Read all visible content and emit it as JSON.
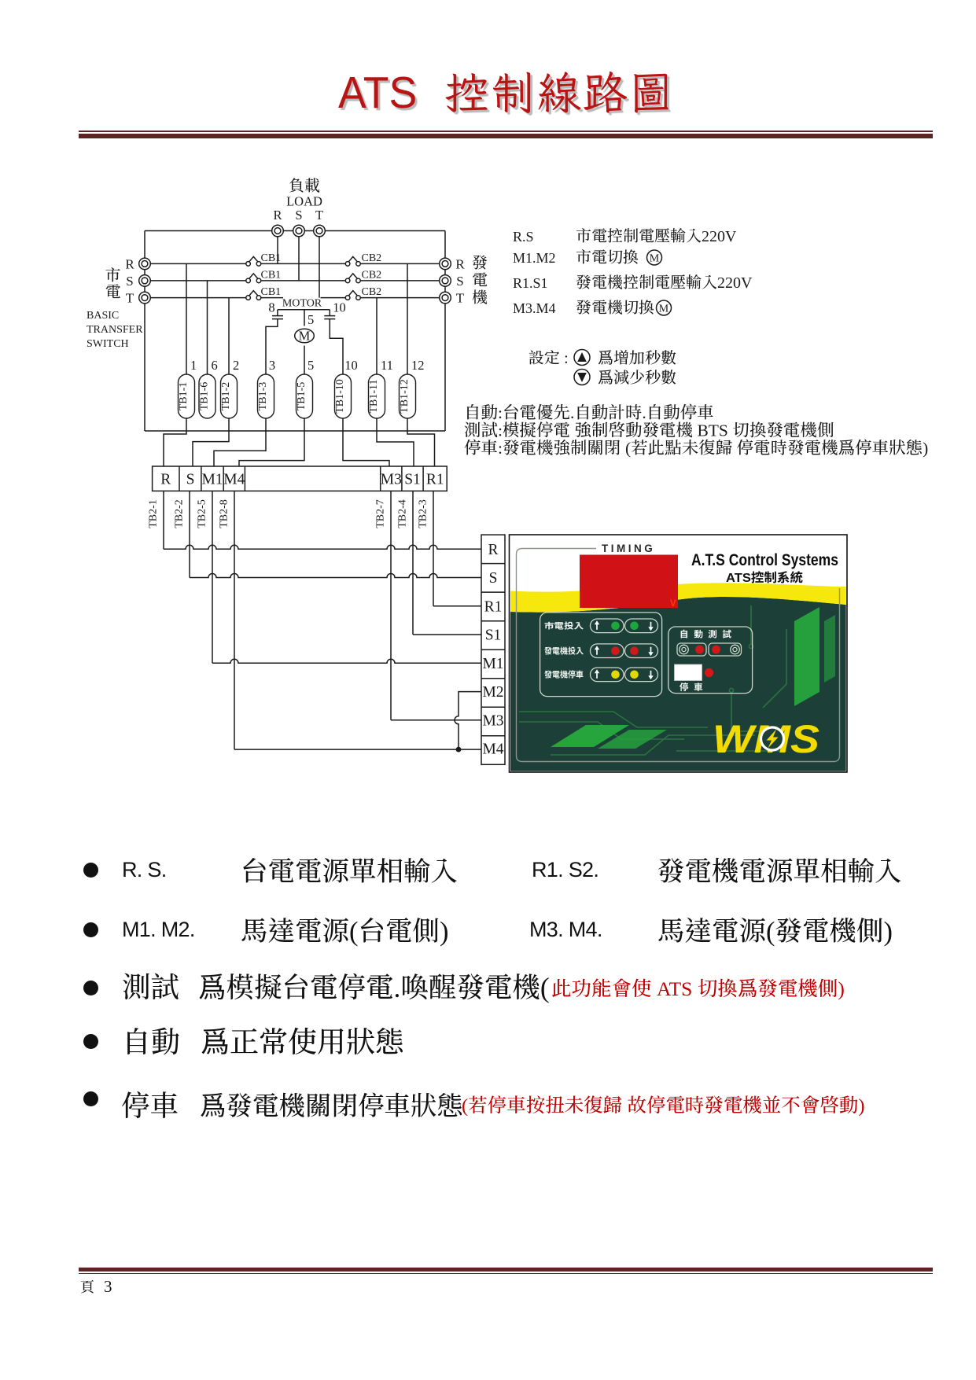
{
  "title": {
    "latin": "ATS",
    "cjk": "控制線路圖"
  },
  "diagram": {
    "load": {
      "cjk": "負載",
      "latin": "LOAD",
      "phases": [
        "R",
        "S",
        "T"
      ]
    },
    "mains": {
      "chars": [
        "市",
        "電"
      ],
      "phases": [
        "R",
        "S",
        "T"
      ]
    },
    "generator": {
      "chars": [
        "發",
        "電",
        "機"
      ],
      "phases": [
        "R",
        "S",
        "T"
      ]
    },
    "switch_name": [
      "BASIC",
      "TRANSFER",
      "SWITCH"
    ],
    "cb1": "CB1",
    "cb2": "CB2",
    "motor": {
      "label": "MOTOR",
      "symbol": "M",
      "num_left": "8",
      "num_right": "10",
      "num_center": "5",
      "leg_left": "3",
      "leg_center": "5",
      "leg_right": "10"
    },
    "tb1": {
      "numbers": [
        "1",
        "6",
        "2",
        "3",
        "5",
        "10",
        "11",
        "12"
      ],
      "labels": [
        "TB1-1",
        "TB1-6",
        "TB1-2",
        "TB1-3",
        "TB1-5",
        "TB1-10",
        "TB1-11",
        "TB1-12"
      ]
    },
    "strip1": {
      "cells": [
        "R",
        "S",
        "M1",
        "M4",
        "M3",
        "S1",
        "R1"
      ]
    },
    "tb2": {
      "labels": [
        "TB2-1",
        "TB2-2",
        "TB2-5",
        "TB2-8",
        "TB2-7",
        "TB2-4",
        "TB2-3"
      ]
    },
    "strip2": {
      "cells": [
        "R",
        "S",
        "R1",
        "S1",
        "M1",
        "M2",
        "M3",
        "M4"
      ]
    },
    "legend": {
      "rows": [
        {
          "key": "R.S",
          "text": "市電控制電壓輸入220V"
        },
        {
          "key": "M1.M2",
          "text": "市電切換",
          "motor": "M"
        },
        {
          "key": "R1.S1",
          "text": "發電機控制電壓輸入220V"
        },
        {
          "key": "M3.M4",
          "text": "發電機切換",
          "motor": "M"
        }
      ]
    },
    "settings": {
      "label": "設定 :",
      "up_text": "爲增加秒數",
      "down_text": "爲減少秒數"
    },
    "modes": [
      "自動:台電優先.自動計時.自動停車",
      "測試:模擬停電 強制啓動發電機 BTS 切換發電機側",
      "停車:發電機強制關閉 (若此點未復歸 停電時發電機爲停車狀態)"
    ]
  },
  "panel": {
    "timing": "TIMING",
    "brand": "A.T.S Control Systems",
    "brand_cjk": "ATS控制系統",
    "display_v": "V",
    "led_rows": [
      {
        "label": "市電投入",
        "color": "#1ca63c"
      },
      {
        "label": "發電機投入",
        "color": "#d01a1a"
      },
      {
        "label": "發電機停車",
        "color": "#e3d706"
      }
    ],
    "mode_title": "自 動  測 試",
    "stop_label": "停 車",
    "logo": "WMS"
  },
  "bullets": {
    "row1": {
      "label1": "R. S.",
      "text1": "台電電源單相輸入",
      "label2": "R1. S2.",
      "text2": "發電機電源單相輸入"
    },
    "row2": {
      "label1": "M1. M2.",
      "text1": "馬達電源(台電側)",
      "label2": "M3. M4.",
      "text2": "馬達電源(發電機側)"
    },
    "row3": {
      "head": "測試",
      "black": "爲模擬台電停電.喚醒發電機(",
      "red": "此功能會使 ATS 切換爲發電機側)"
    },
    "row4": {
      "head": "自動",
      "black": "爲正常使用狀態"
    },
    "row5": {
      "head": "停車",
      "black": "爲發電機關閉停車狀態",
      "red": "(若停車按扭未復歸  故停電時發電機並不會啓動)"
    }
  },
  "footer": {
    "page_label": "頁",
    "page_number": "3"
  },
  "colors": {
    "title_red": "#b91414",
    "rule_maroon": "#5e2424",
    "note_red": "#c00000",
    "panel_green": "#1c4038",
    "panel_yellow": "#f6e70c",
    "display_red": "#d01216",
    "led_green": "#1ca63c",
    "led_red": "#d01a1a",
    "led_yellow": "#e3d706",
    "logo_yellow": "#f2dc00",
    "line_black": "#1a1a1a"
  }
}
